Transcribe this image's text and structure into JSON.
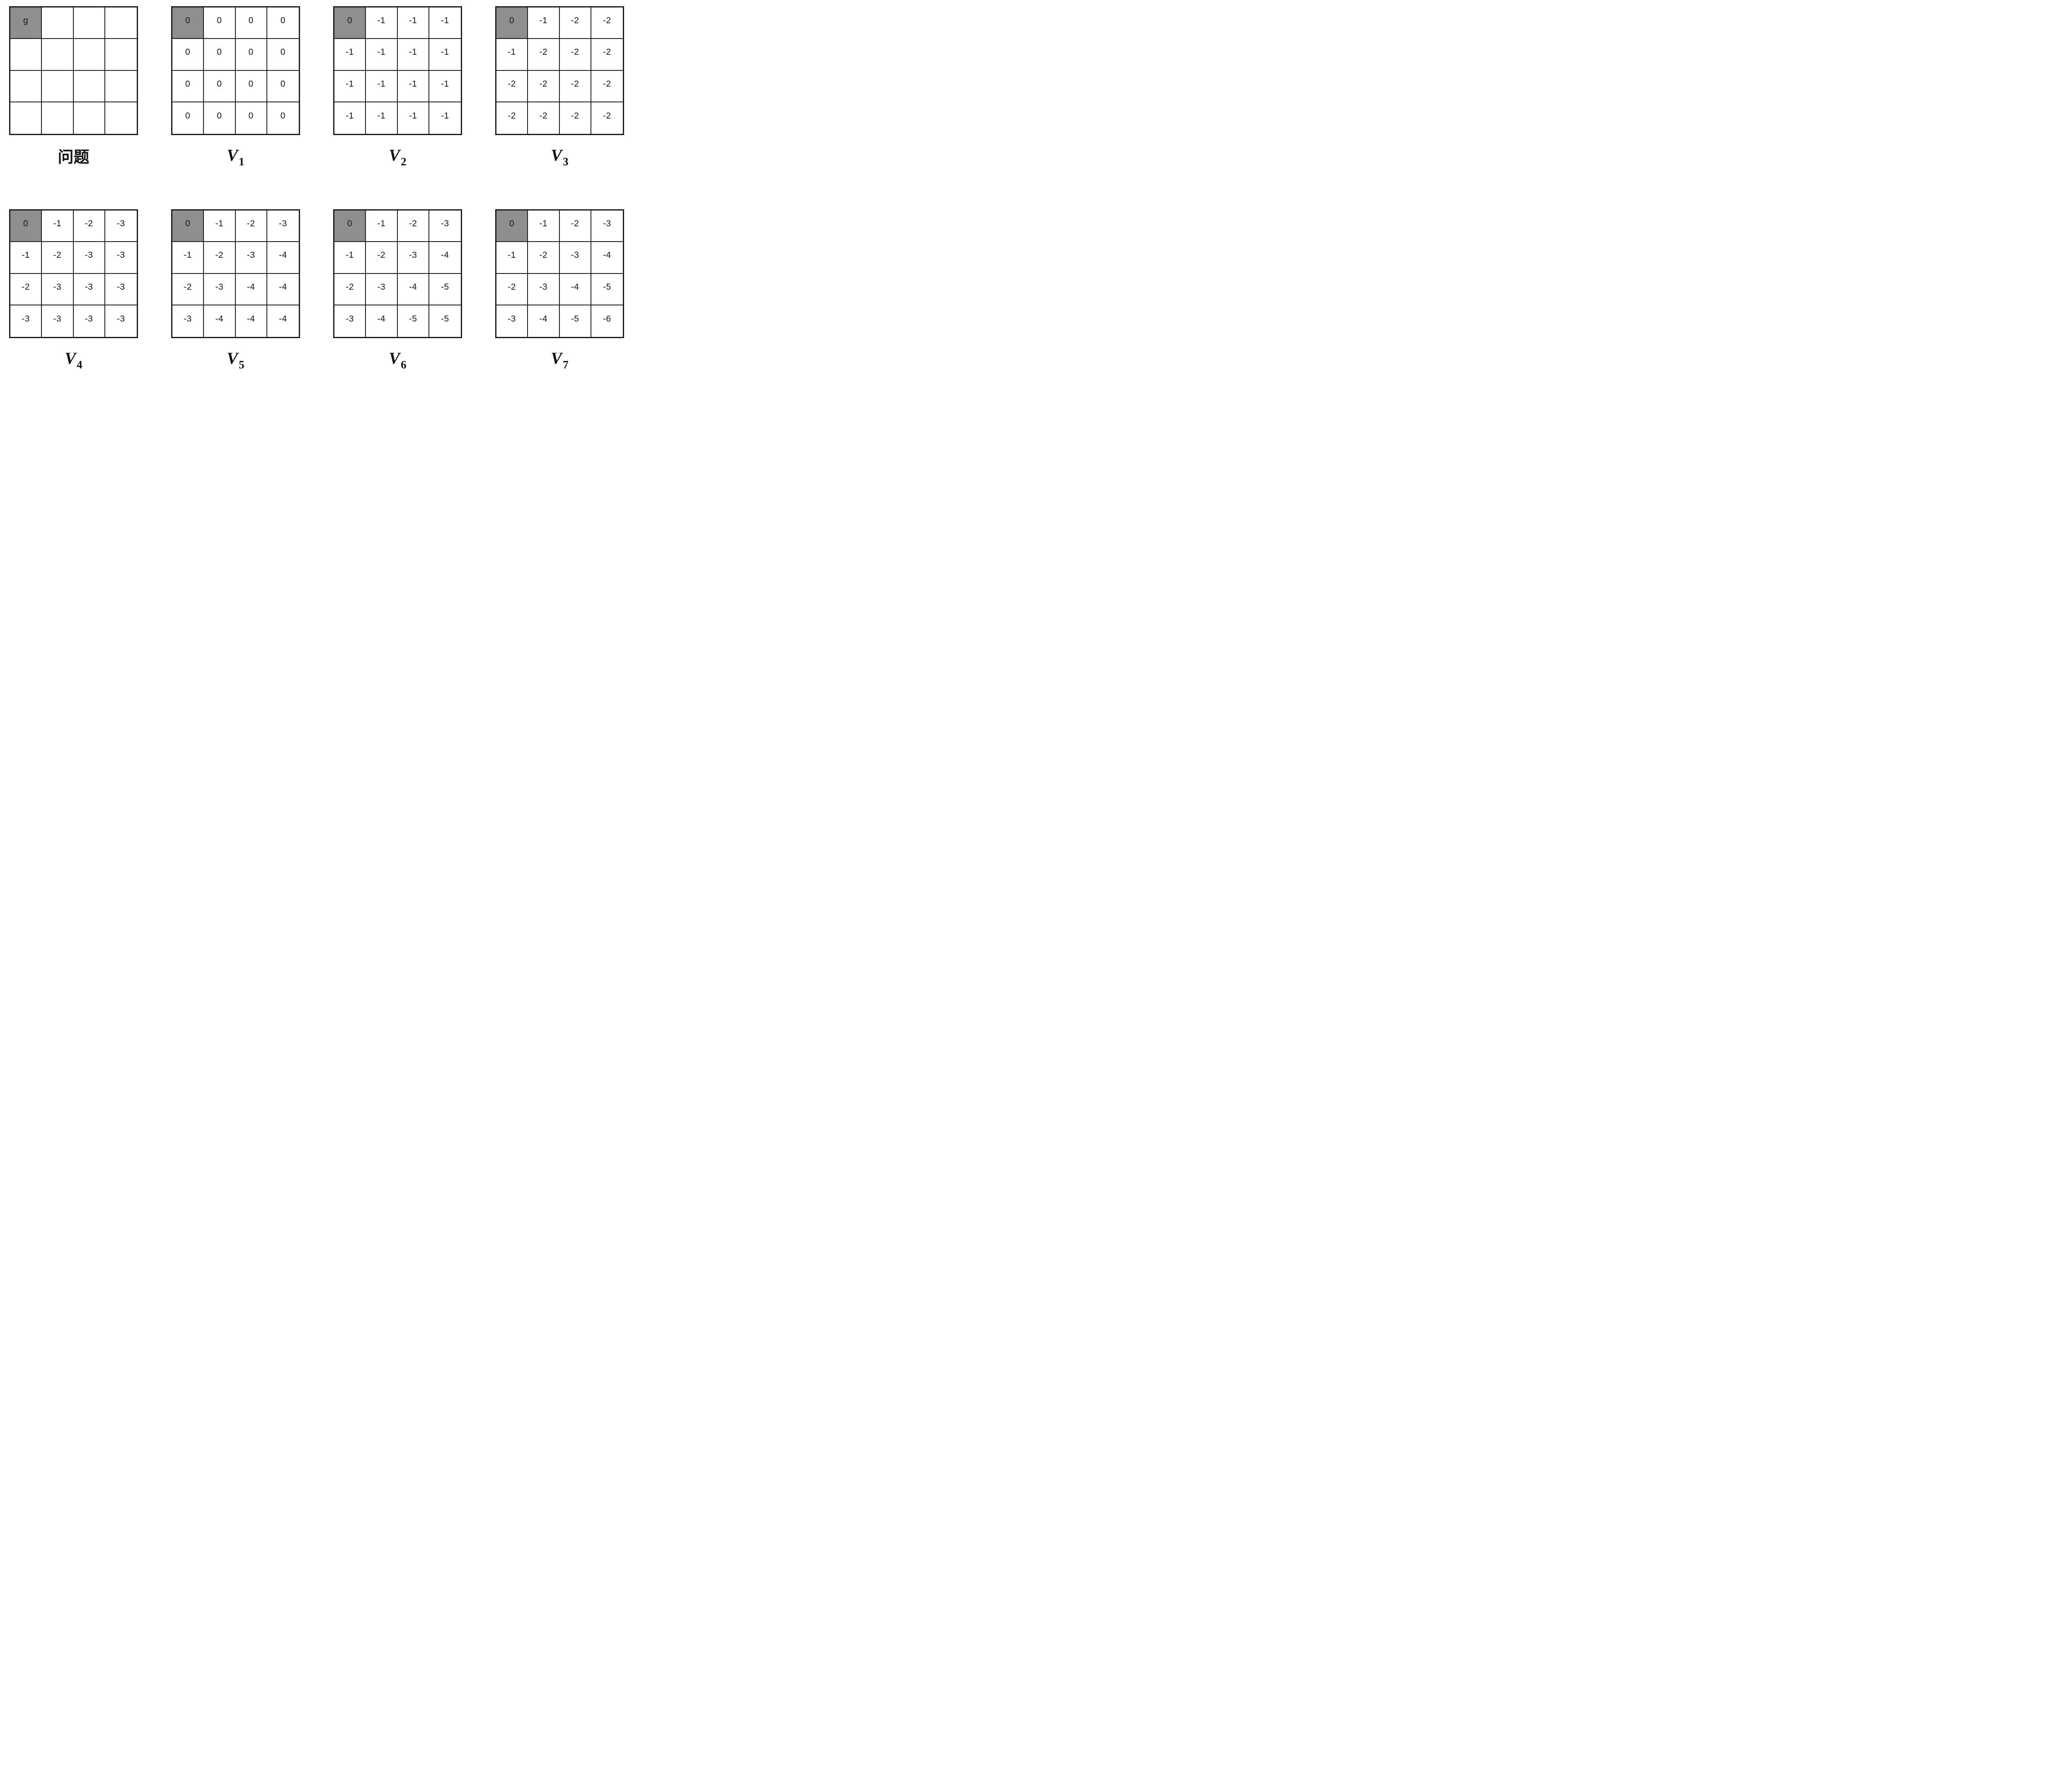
{
  "figure": {
    "description_visible_text_only": true,
    "background": "#ffffff"
  },
  "colors": {
    "grid_line": "#1a1a1a",
    "cell_background": "#ffffff",
    "goal_cell_background": "#8f8f8f",
    "text": "#151515"
  },
  "goal_cell": {
    "row": 0,
    "col": 0
  },
  "panels": [
    {
      "key": "problem",
      "caption": {
        "type": "cjk",
        "text": "问题"
      },
      "cells": [
        [
          "g",
          "",
          "",
          ""
        ],
        [
          "",
          "",
          "",
          ""
        ],
        [
          "",
          "",
          "",
          ""
        ],
        [
          "",
          "",
          "",
          ""
        ]
      ]
    },
    {
      "key": "V1",
      "caption": {
        "type": "math",
        "base": "V",
        "sub": "1"
      },
      "cells": [
        [
          "0",
          "0",
          "0",
          "0"
        ],
        [
          "0",
          "0",
          "0",
          "0"
        ],
        [
          "0",
          "0",
          "0",
          "0"
        ],
        [
          "0",
          "0",
          "0",
          "0"
        ]
      ]
    },
    {
      "key": "V2",
      "caption": {
        "type": "math",
        "base": "V",
        "sub": "2"
      },
      "cells": [
        [
          "0",
          "-1",
          "-1",
          "-1"
        ],
        [
          "-1",
          "-1",
          "-1",
          "-1"
        ],
        [
          "-1",
          "-1",
          "-1",
          "-1"
        ],
        [
          "-1",
          "-1",
          "-1",
          "-1"
        ]
      ]
    },
    {
      "key": "V3",
      "caption": {
        "type": "math",
        "base": "V",
        "sub": "3"
      },
      "cells": [
        [
          "0",
          "-1",
          "-2",
          "-2"
        ],
        [
          "-1",
          "-2",
          "-2",
          "-2"
        ],
        [
          "-2",
          "-2",
          "-2",
          "-2"
        ],
        [
          "-2",
          "-2",
          "-2",
          "-2"
        ]
      ]
    },
    {
      "key": "V4",
      "caption": {
        "type": "math",
        "base": "V",
        "sub": "4"
      },
      "cells": [
        [
          "0",
          "-1",
          "-2",
          "-3"
        ],
        [
          "-1",
          "-2",
          "-3",
          "-3"
        ],
        [
          "-2",
          "-3",
          "-3",
          "-3"
        ],
        [
          "-3",
          "-3",
          "-3",
          "-3"
        ]
      ]
    },
    {
      "key": "V5",
      "caption": {
        "type": "math",
        "base": "V",
        "sub": "5"
      },
      "cells": [
        [
          "0",
          "-1",
          "-2",
          "-3"
        ],
        [
          "-1",
          "-2",
          "-3",
          "-4"
        ],
        [
          "-2",
          "-3",
          "-4",
          "-4"
        ],
        [
          "-3",
          "-4",
          "-4",
          "-4"
        ]
      ]
    },
    {
      "key": "V6",
      "caption": {
        "type": "math",
        "base": "V",
        "sub": "6"
      },
      "cells": [
        [
          "0",
          "-1",
          "-2",
          "-3"
        ],
        [
          "-1",
          "-2",
          "-3",
          "-4"
        ],
        [
          "-2",
          "-3",
          "-4",
          "-5"
        ],
        [
          "-3",
          "-4",
          "-5",
          "-5"
        ]
      ]
    },
    {
      "key": "V7",
      "caption": {
        "type": "math",
        "base": "V",
        "sub": "7"
      },
      "cells": [
        [
          "0",
          "-1",
          "-2",
          "-3"
        ],
        [
          "-1",
          "-2",
          "-3",
          "-4"
        ],
        [
          "-2",
          "-3",
          "-4",
          "-5"
        ],
        [
          "-3",
          "-4",
          "-5",
          "-6"
        ]
      ]
    }
  ]
}
